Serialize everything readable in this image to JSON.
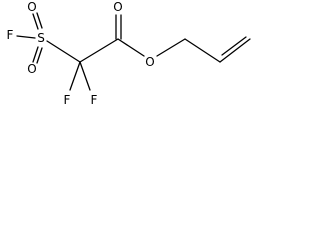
{
  "molecule": {
    "atoms": {
      "f_sulfonyl": "F",
      "s": "S",
      "o_upper": "O",
      "o_lower": "O",
      "f_left": "F",
      "f_right": "F",
      "o_carbonyl": "O",
      "o_ester": "O"
    }
  }
}
